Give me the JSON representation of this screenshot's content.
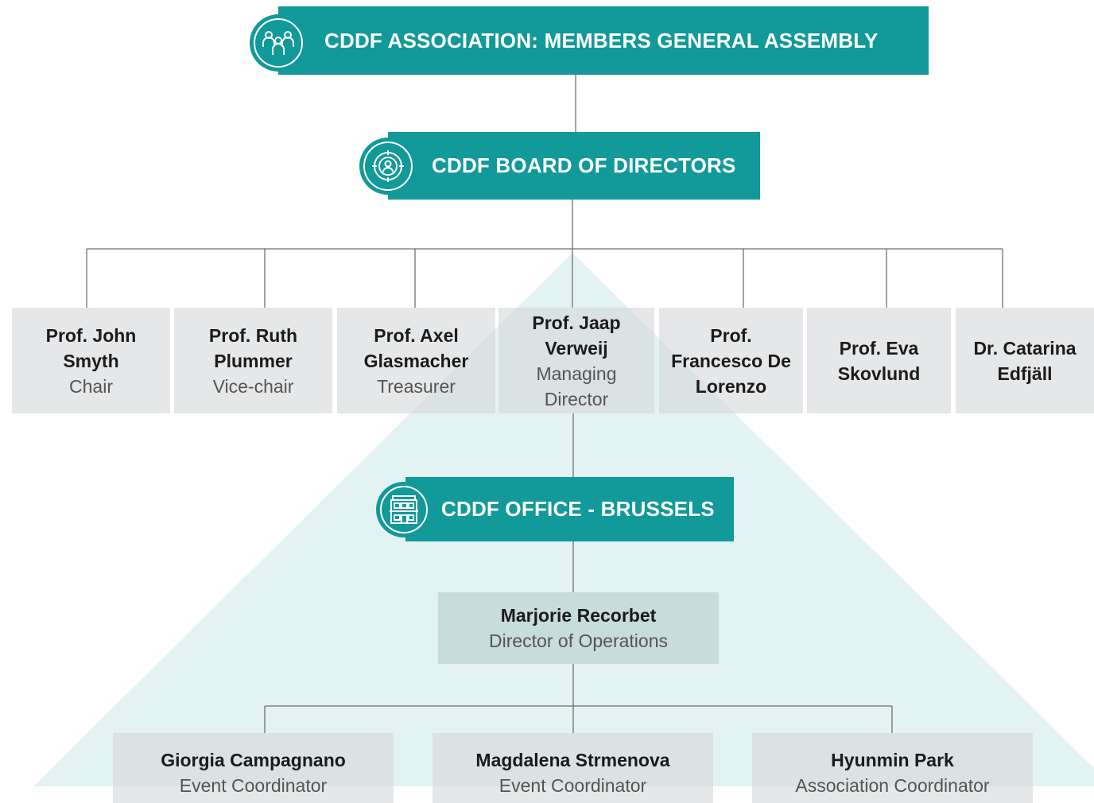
{
  "diagram": {
    "assembly": {
      "title": "CDDF ASSOCIATION: MEMBERS GENERAL ASSEMBLY",
      "icon": "people-group-icon"
    },
    "board": {
      "title": "CDDF BOARD OF DIRECTORS",
      "icon": "target-person-icon",
      "members": [
        {
          "name": "Prof. John Smyth",
          "role": "Chair"
        },
        {
          "name": "Prof. Ruth Plummer",
          "role": "Vice-chair"
        },
        {
          "name": "Prof. Axel Glasmacher",
          "role": "Treasurer"
        },
        {
          "name": "Prof. Jaap Verweij",
          "role": "Managing Director"
        },
        {
          "name": "Prof. Francesco De Lorenzo",
          "role": ""
        },
        {
          "name": "Prof. Eva Skovlund",
          "role": ""
        },
        {
          "name": "Dr. Catarina Edfjäll",
          "role": ""
        }
      ]
    },
    "office": {
      "title": "CDDF OFFICE - BRUSSELS",
      "icon": "office-building-icon",
      "director": {
        "name": "Marjorie Recorbet",
        "role": "Director of Operations"
      },
      "staff": [
        {
          "name": "Giorgia Campagnano",
          "role": "Event Coordinator"
        },
        {
          "name": "Magdalena Strmenova",
          "role": "Event Coordinator"
        },
        {
          "name": "Hyunmin Park",
          "role": "Association Coordinator"
        }
      ]
    },
    "colors": {
      "teal": "#12999a",
      "pyramid": "#e3f2f2",
      "box": "#e6e6e8",
      "ops_box": "#cfe0e0",
      "line": "#666666"
    }
  }
}
